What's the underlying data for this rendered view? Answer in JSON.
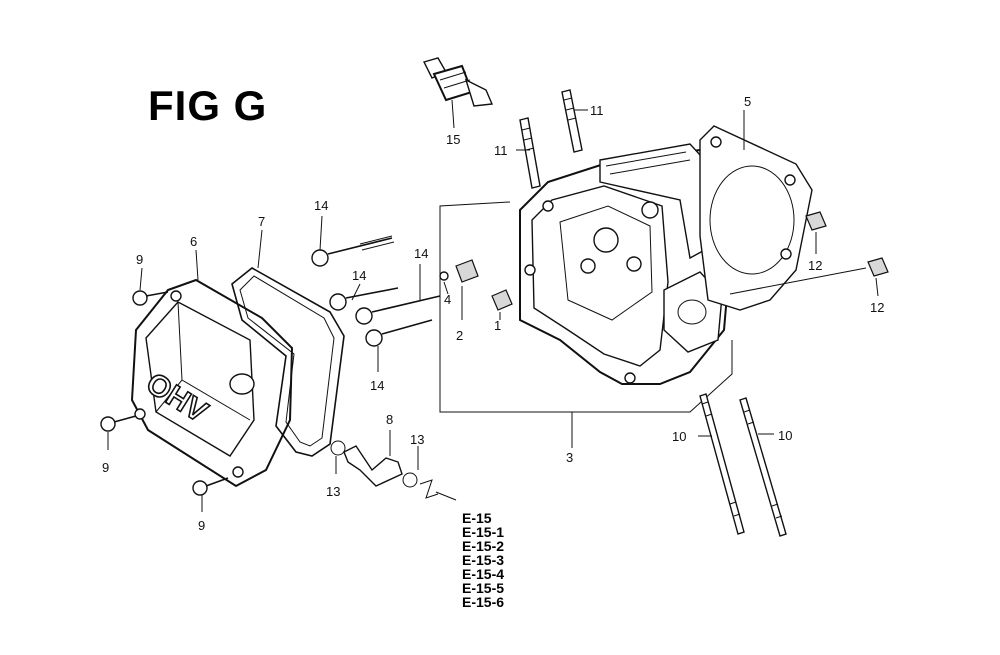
{
  "figure": {
    "title": "FIG G"
  },
  "callouts": {
    "c1": "1",
    "c2": "2",
    "c3": "3",
    "c4": "4",
    "c5": "5",
    "c6": "6",
    "c7": "7",
    "c8": "8",
    "c9a": "9",
    "c9b": "9",
    "c9c": "9",
    "c10a": "10",
    "c10b": "10",
    "c11a": "11",
    "c11b": "11",
    "c12a": "12",
    "c12b": "12",
    "c13a": "13",
    "c13b": "13",
    "c14a": "14",
    "c14b": "14",
    "c14c": "14",
    "c14d": "14",
    "c15": "15"
  },
  "cover_lettering": "OHV",
  "references": [
    "E-15",
    "E-15-1",
    "E-15-2",
    "E-15-3",
    "E-15-4",
    "E-15-5",
    "E-15-6"
  ]
}
